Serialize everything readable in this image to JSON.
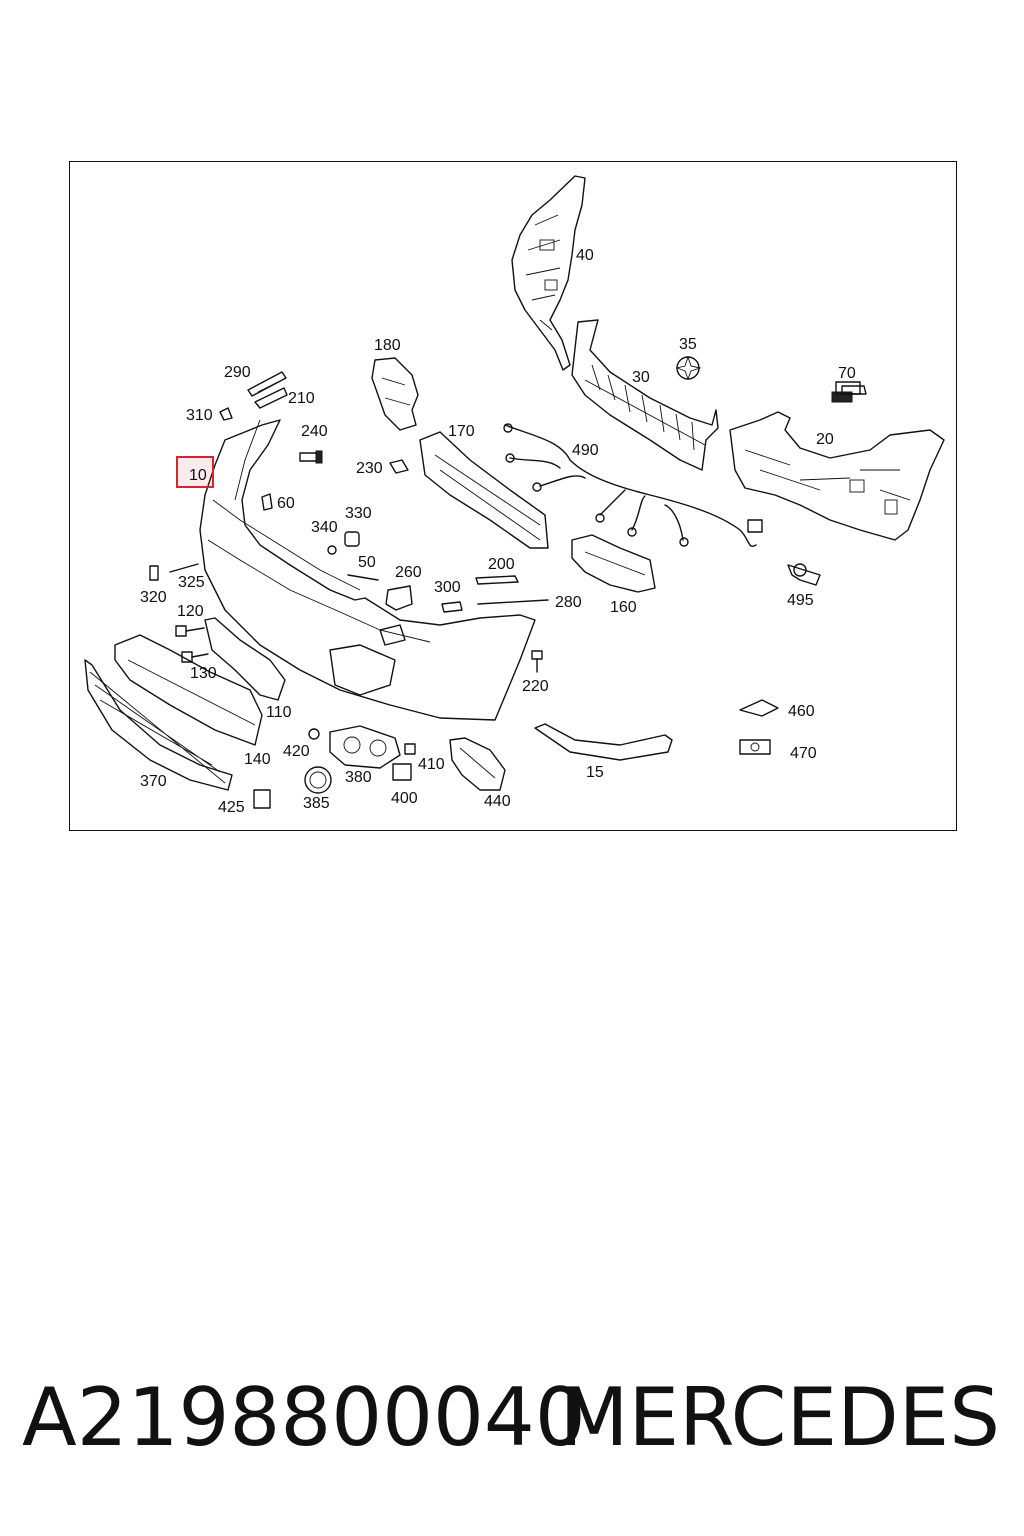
{
  "footer": {
    "part_number": "A2198800040",
    "brand": "MERCEDES"
  },
  "highlighted_callout": "10",
  "callouts": [
    "10",
    "15",
    "20",
    "30",
    "35",
    "40",
    "50",
    "60",
    "70",
    "110",
    "120",
    "130",
    "140",
    "160",
    "170",
    "180",
    "200",
    "210",
    "220",
    "230",
    "240",
    "260",
    "280",
    "290",
    "300",
    "310",
    "320",
    "325",
    "330",
    "340",
    "370",
    "380",
    "385",
    "400",
    "410",
    "420",
    "425",
    "440",
    "460",
    "470",
    "490",
    "495"
  ]
}
